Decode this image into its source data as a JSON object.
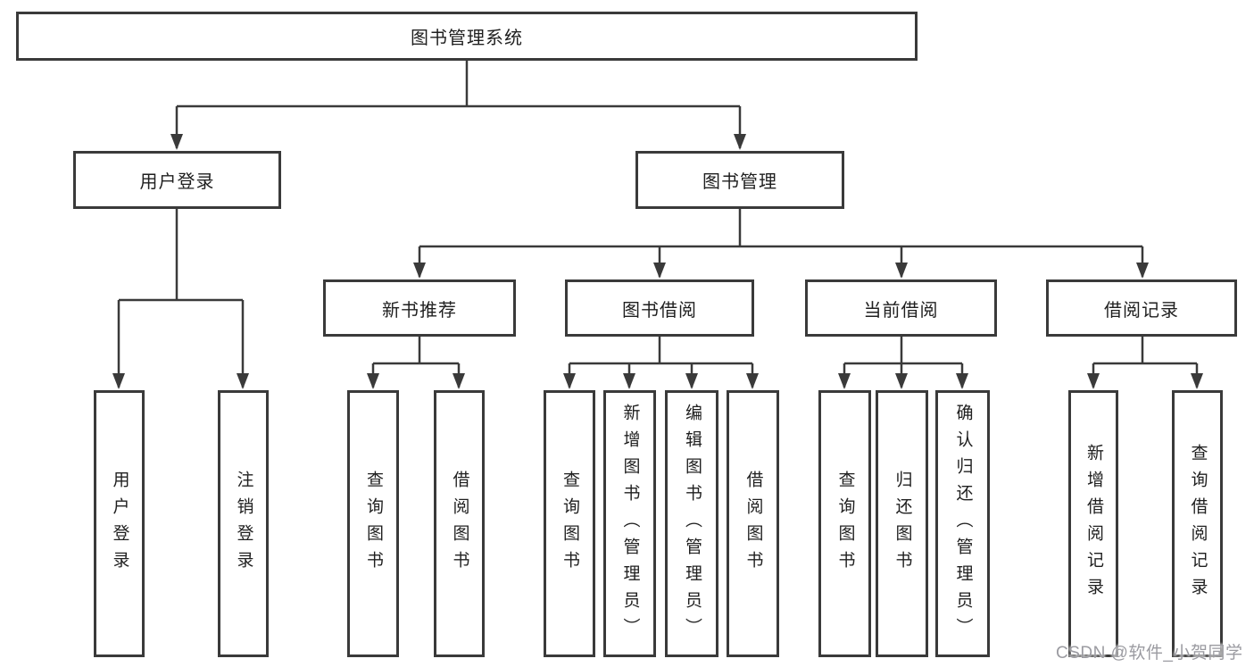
{
  "nodes": {
    "root": {
      "label": "图书管理系统"
    },
    "l2": [
      {
        "label": "用户登录"
      },
      {
        "label": "图书管理"
      }
    ],
    "l3": [
      {
        "label": "新书推荐",
        "parent": "图书管理"
      },
      {
        "label": "图书借阅",
        "parent": "图书管理"
      },
      {
        "label": "当前借阅",
        "parent": "图书管理"
      },
      {
        "label": "借阅记录",
        "parent": "图书管理"
      }
    ],
    "leaves": [
      {
        "label": "用户登录",
        "parent": "用户登录"
      },
      {
        "label": "注销登录",
        "parent": "用户登录"
      },
      {
        "label": "查询图书",
        "parent": "新书推荐"
      },
      {
        "label": "借阅图书",
        "parent": "新书推荐"
      },
      {
        "label": "查询图书",
        "parent": "图书借阅"
      },
      {
        "label": "新增图书（管理员）",
        "parent": "图书借阅"
      },
      {
        "label": "编辑图书（管理员）",
        "parent": "图书借阅"
      },
      {
        "label": "借阅图书",
        "parent": "图书借阅"
      },
      {
        "label": "查询图书",
        "parent": "当前借阅"
      },
      {
        "label": "归还图书",
        "parent": "当前借阅"
      },
      {
        "label": "确认归还（管理员）",
        "parent": "当前借阅"
      },
      {
        "label": "新增借阅记录",
        "parent": "借阅记录"
      },
      {
        "label": "查询借阅记录",
        "parent": "借阅记录"
      }
    ]
  },
  "watermark": "CSDN @软件_小贺同学",
  "colors": {
    "line": "#3a3a3a",
    "text": "#1f1f1f",
    "watermark": "#9b9ba1",
    "background": "#ffffff"
  }
}
